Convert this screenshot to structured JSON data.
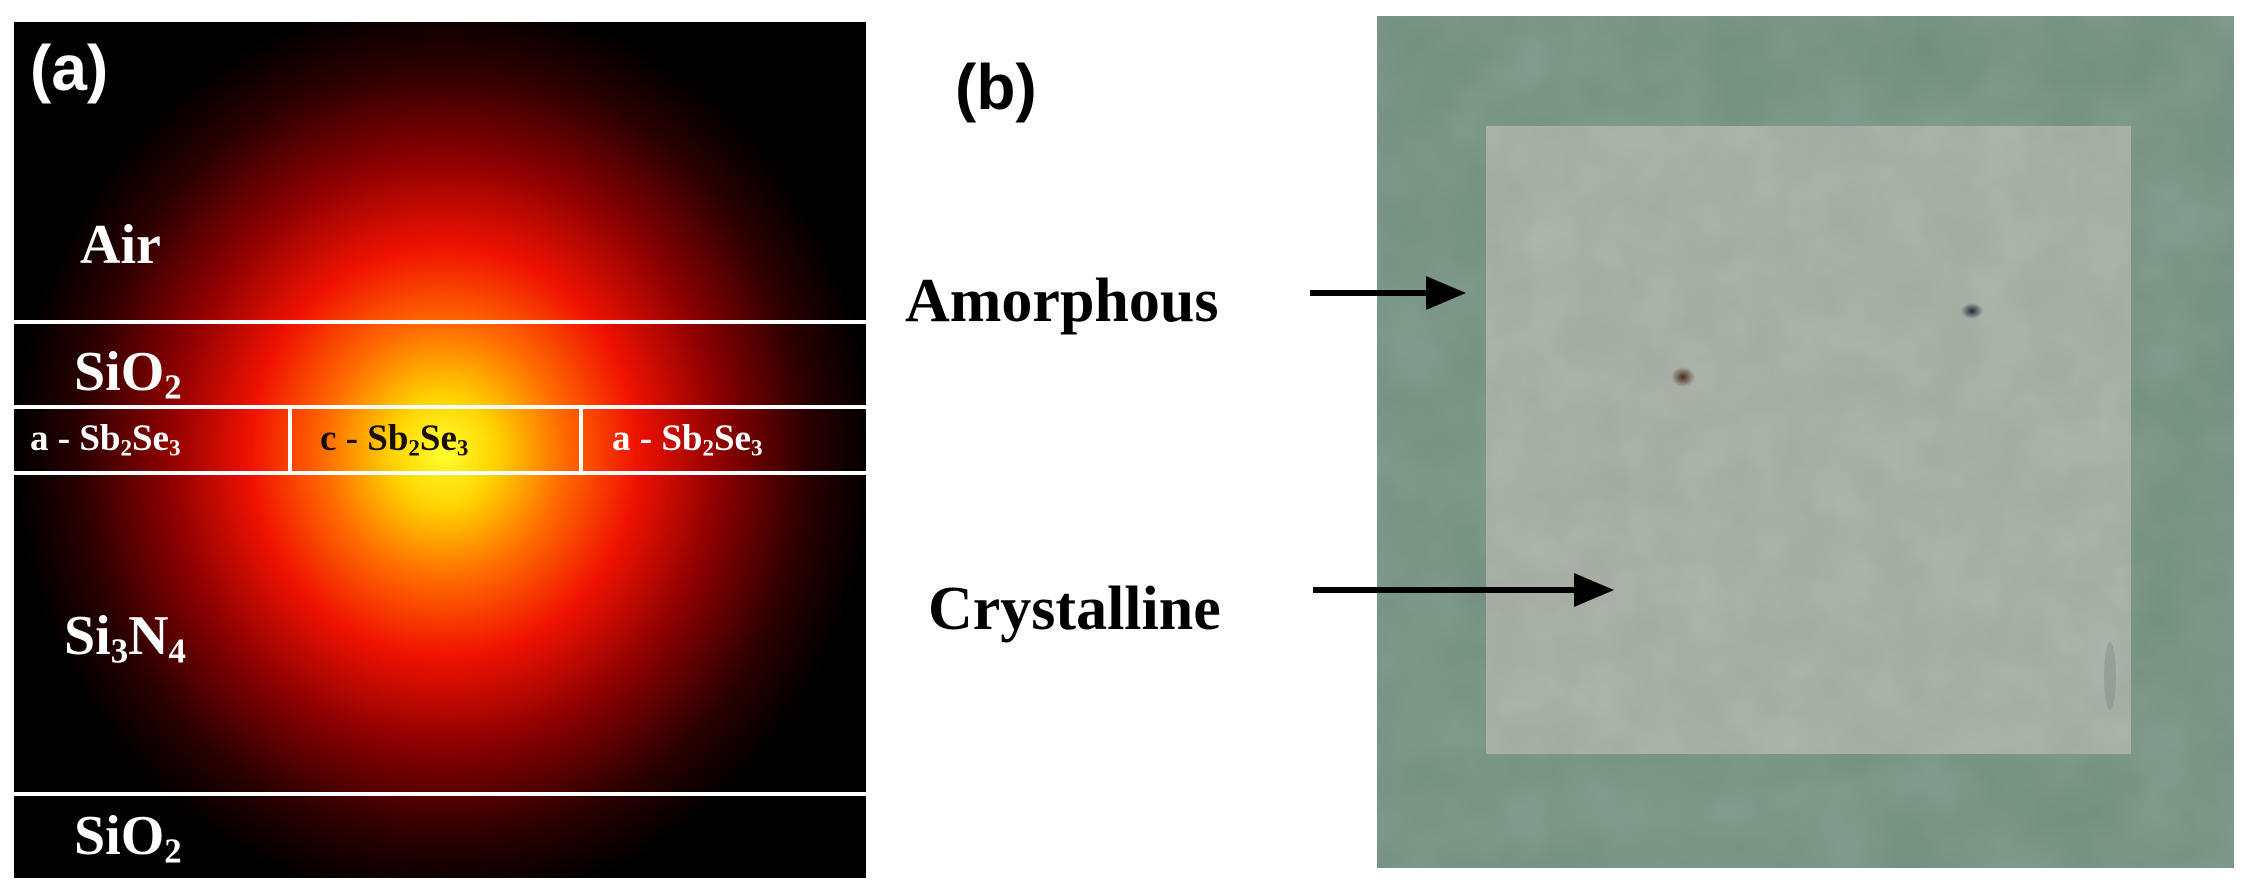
{
  "panel_a": {
    "label": "(a)",
    "layers": {
      "air": "Air",
      "top_cladding": {
        "base": "SiO",
        "sub": "2"
      },
      "phase_change": [
        {
          "prefix": "a - Sb",
          "sub1": "2",
          "mid": "Se",
          "sub2": "3"
        },
        {
          "prefix": "c - Sb",
          "sub1": "2",
          "mid": "Se",
          "sub2": "3"
        },
        {
          "prefix": "a - Sb",
          "sub1": "2",
          "mid": "Se",
          "sub2": "3"
        }
      ],
      "core": {
        "a": "Si",
        "sub1": "3",
        "b": "N",
        "sub2": "4"
      },
      "bottom_cladding": {
        "base": "SiO",
        "sub": "2"
      }
    }
  },
  "panel_b": {
    "label": "(b)",
    "annotations": {
      "amorphous": "Amorphous",
      "crystalline": "Crystalline"
    }
  },
  "colors": {
    "mode_center": "#ffff22",
    "mode_mid": "#ff2a00",
    "mode_edge": "#000000",
    "photo_outer": "#6f8c7c",
    "photo_inner": "#a3aba0"
  }
}
